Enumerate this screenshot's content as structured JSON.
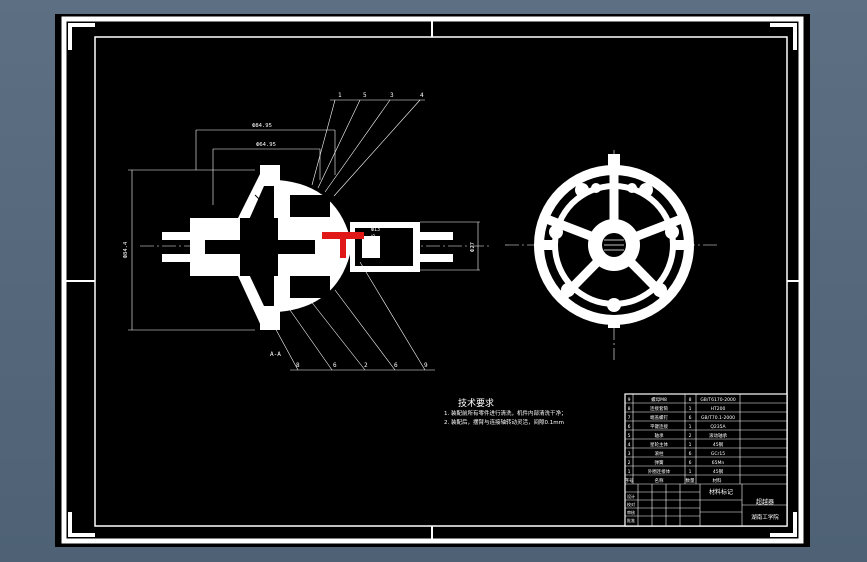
{
  "balloons_top": [
    "1",
    "5",
    "3",
    "4"
  ],
  "balloons_bottom": [
    "8",
    "6",
    "2",
    "6",
    "9"
  ],
  "dimensions": {
    "outer_width": "Ф84.95",
    "inner_width": "Ф64.95",
    "left_height": "Ф84.4",
    "right_height": "Ф27",
    "center_label": "Ф13",
    "center_label_b": "Ф19.15"
  },
  "section_label": "A-A",
  "tech_requirements": {
    "title": "技术要求",
    "items": [
      "1. 装配前所有零件进行清洗，机件内部清洗干净；",
      "2. 装配后，摆臂与连接轴转动灵活，间隙0.1mm"
    ]
  },
  "title_block": {
    "part_rows": [
      [
        "9",
        "螺母M8",
        "8",
        "GB/T6170-2000"
      ],
      [
        "8",
        "连接套筒",
        "1",
        "HT200"
      ],
      [
        "7",
        "端盖螺钉",
        "6",
        "GB/T70.1-2000"
      ],
      [
        "6",
        "平键连接",
        "1",
        "Q235A"
      ],
      [
        "5",
        "轴承",
        "2",
        "滚动轴承"
      ],
      [
        "4",
        "星轮主体",
        "1",
        "45钢"
      ],
      [
        "3",
        "滚柱",
        "6",
        "GCr15"
      ],
      [
        "2",
        "弹簧",
        "6",
        "65Mn"
      ],
      [
        "1",
        "外圈连接体",
        "1",
        "45钢"
      ]
    ],
    "header": [
      "序号",
      "名称",
      "数量",
      "材料"
    ],
    "drawing_label": "材料标记",
    "drawing_name": "超越器",
    "school": "湖南工学院",
    "footer_labels": [
      "设计",
      "校对",
      "审核",
      "批准"
    ]
  }
}
